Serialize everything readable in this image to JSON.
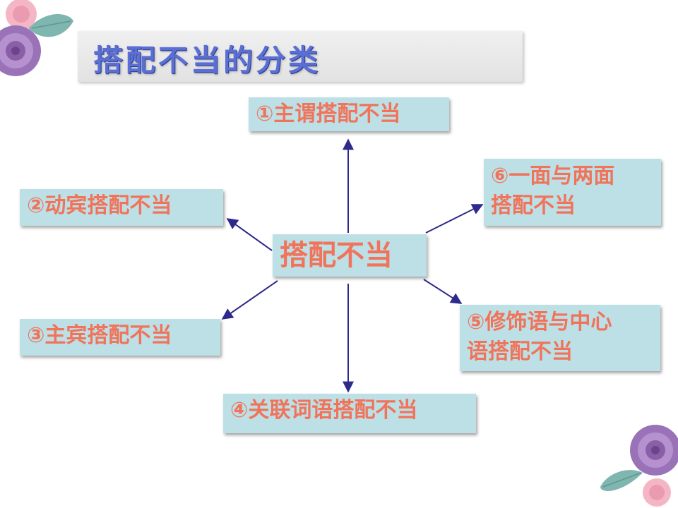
{
  "title": "搭配不当的分类",
  "center": "搭配不当",
  "nodes": {
    "n1": "①主谓搭配不当",
    "n2": "②动宾搭配不当",
    "n3": "③主宾搭配不当",
    "n4": "④关联词语搭配不当",
    "n5_line1": "⑤修饰语与中心",
    "n5_line2": "语搭配不当",
    "n6_line1": "⑥一面与两面",
    "n6_line2": "搭配不当"
  },
  "colors": {
    "node_bg": "#bde0e6",
    "node_text": "#f0735a",
    "arrow": "#2e2a8c",
    "title_text": "#5a6fd6"
  }
}
